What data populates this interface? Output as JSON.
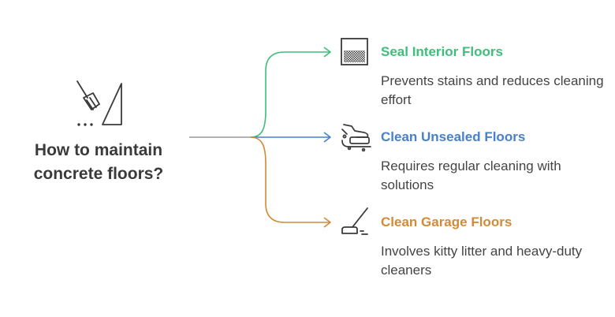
{
  "root": {
    "title": "How to maintain concrete floors?",
    "icon": "broom-dustpan-icon"
  },
  "branches": [
    {
      "title": "Seal Interior Floors",
      "description": "Prevents stains and reduces cleaning effort",
      "color": "#3dbf7a",
      "icon": "sealed-surface-icon"
    },
    {
      "title": "Clean Unsealed Floors",
      "description": "Requires regular cleaning with solutions",
      "color": "#4a7fc9",
      "icon": "scrubbing-hand-icon"
    },
    {
      "title": "Clean Garage Floors",
      "description": "Involves kitty litter and heavy-duty cleaners",
      "color": "#d28a36",
      "icon": "floor-mop-icon"
    }
  ],
  "colors": {
    "trunk": "#999999",
    "icon_stroke": "#3a3a3a",
    "text": "#444444"
  }
}
